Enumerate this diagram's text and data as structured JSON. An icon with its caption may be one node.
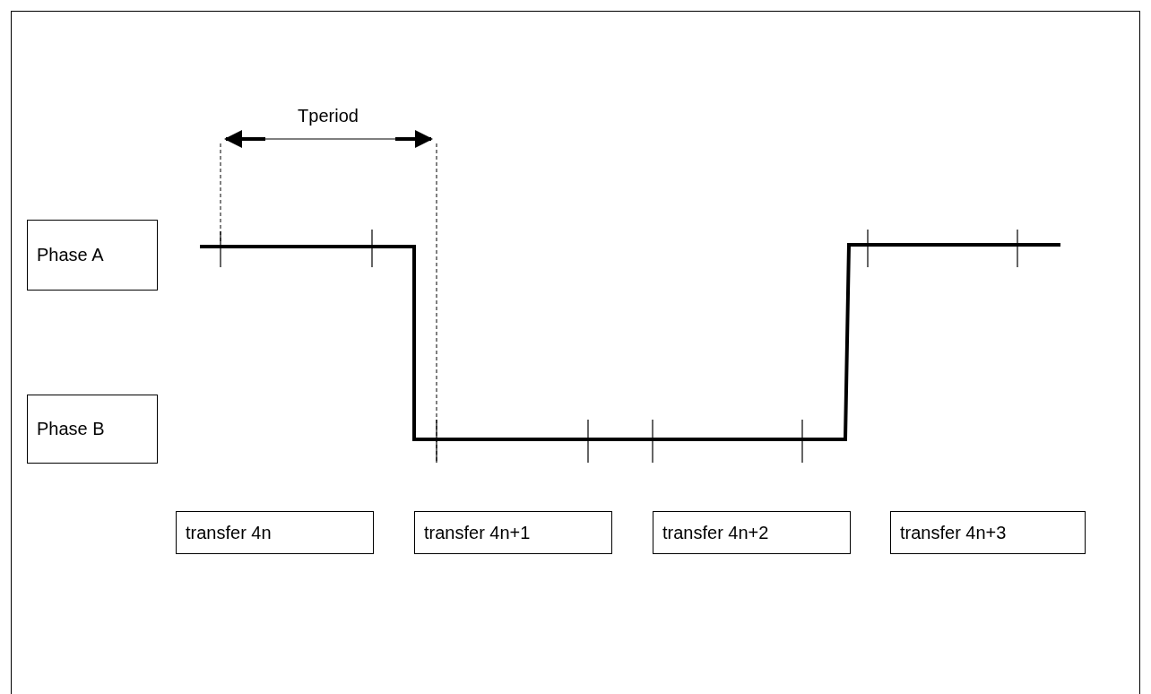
{
  "diagram": {
    "nodes": [
      {
        "text": [
          "Phase A"
        ]
      },
      {
        "text": [
          "Phase B"
        ]
      },
      {
        "text": [
          "transfer 4n"
        ]
      },
      {
        "text": [
          "transfer 4n+1"
        ]
      },
      {
        "text": [
          "transfer 4n+2"
        ]
      },
      {
        "text": [
          "transfer 4n+3"
        ]
      }
    ],
    "labels": [
      "Tperiod"
    ]
  }
}
